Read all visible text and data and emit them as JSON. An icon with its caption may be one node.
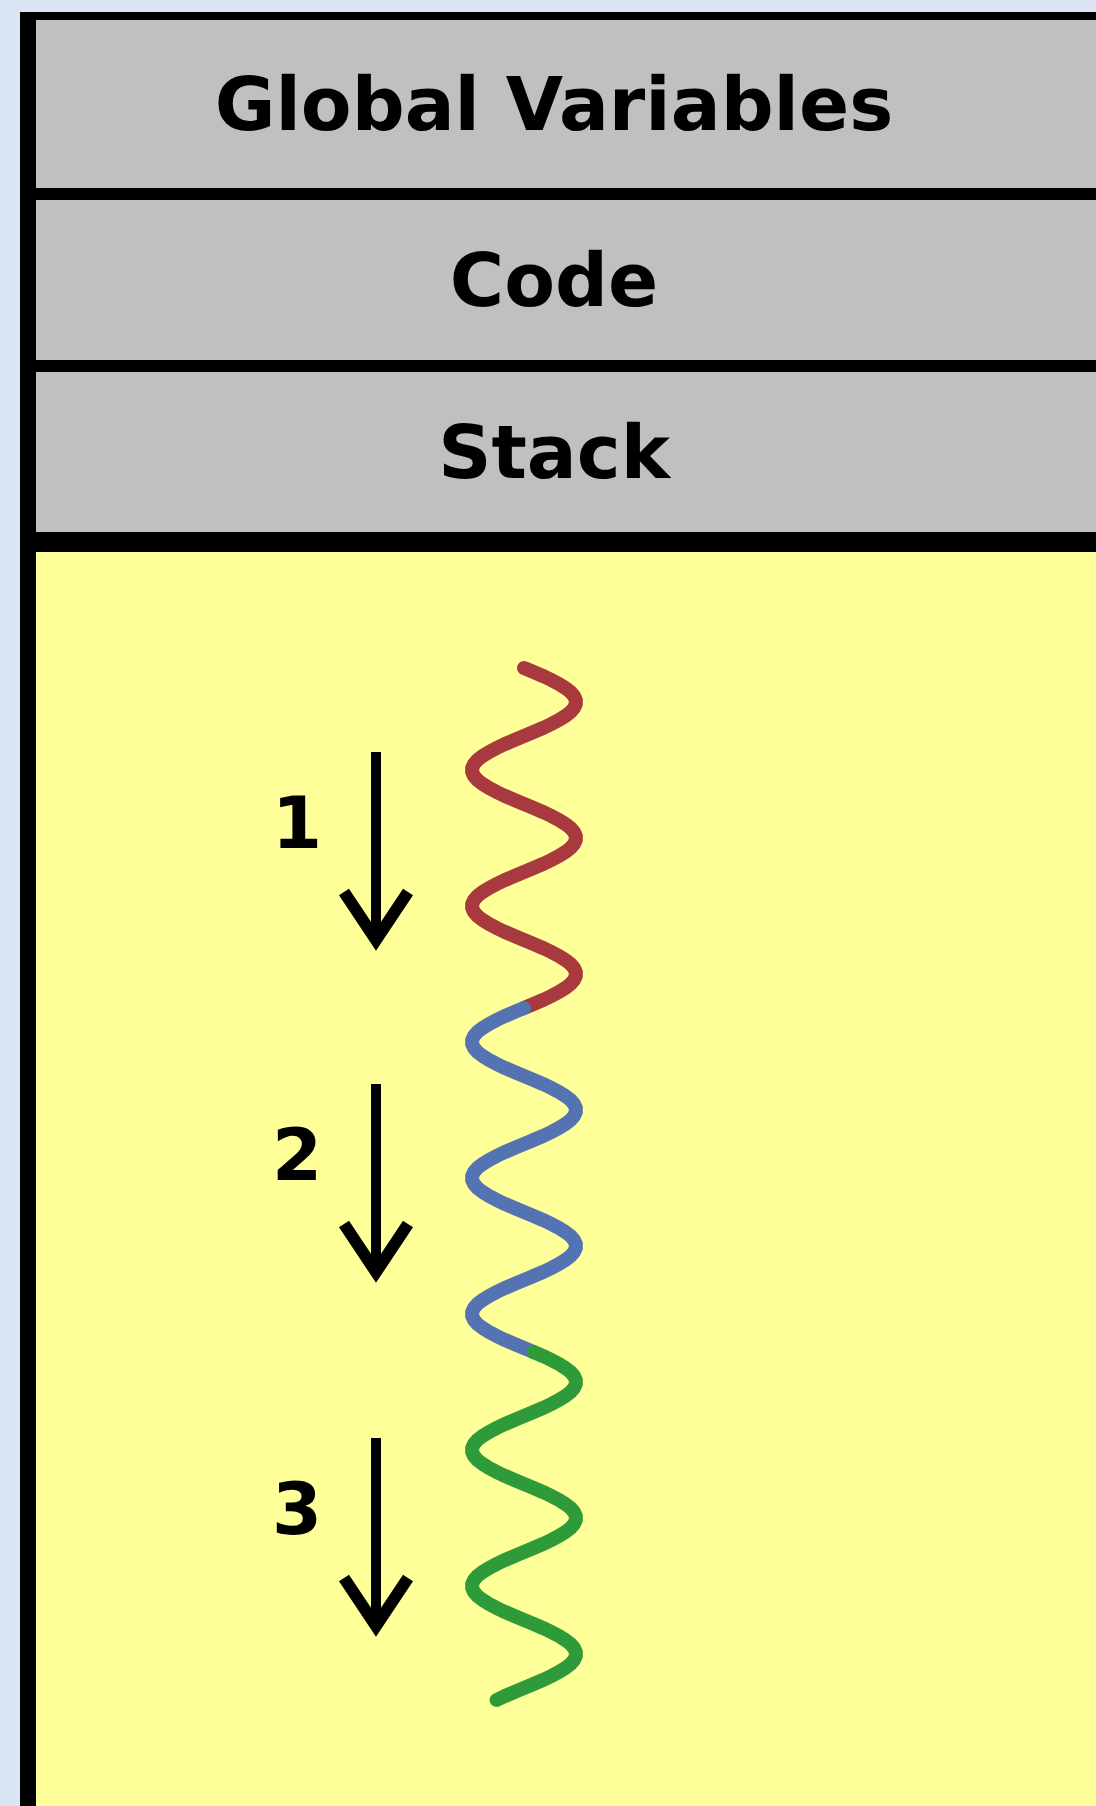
{
  "diagram": {
    "nodes": [
      {
        "text": [
          "Global Variables"
        ]
      },
      {
        "text": [
          "Code"
        ]
      },
      {
        "text": [
          "Stack"
        ]
      },
      {
        "text": [],
        "shape": "box"
      }
    ],
    "labels": [
      "1",
      "2",
      "3"
    ]
  }
}
